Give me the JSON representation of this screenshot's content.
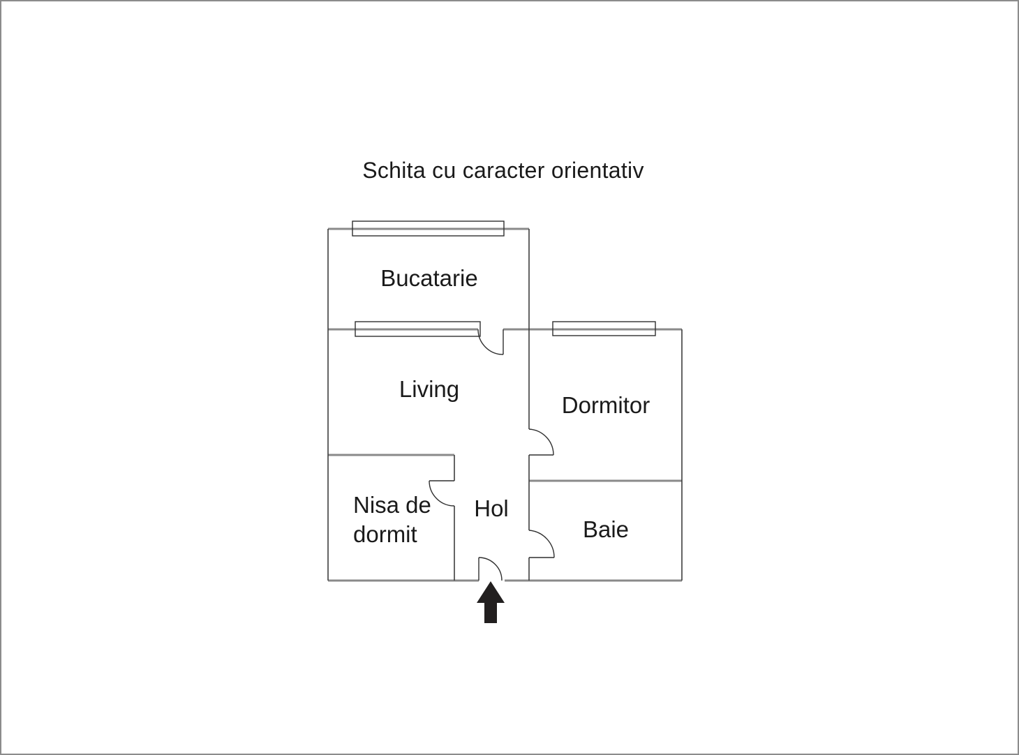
{
  "title": "Schita cu caracter orientativ",
  "rooms": {
    "bucatarie": "Bucatarie",
    "living": "Living",
    "dormitor": "Dormitor",
    "nisa_de_dormit": "Nisa de dormit",
    "hol": "Hol",
    "baie": "Baie"
  },
  "icons": {
    "entrance_arrow": "arrow-up-entrance"
  },
  "colors": {
    "background": "#ffffff",
    "page_border": "#8c8c8c",
    "wall_gray": "#8a8a8a",
    "wall_dark": "#3d3d3d",
    "detail_dark": "#2f2f2f",
    "arrow": "#221f1f",
    "text": "#1a1a1a"
  }
}
